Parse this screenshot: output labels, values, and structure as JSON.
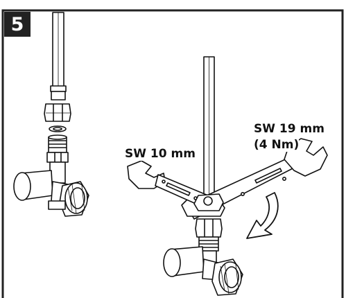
{
  "step": {
    "number": "5"
  },
  "labels": {
    "wrench_small": "SW 10 mm",
    "wrench_large": "SW 19 mm",
    "torque": "(4 Nm)"
  },
  "colors": {
    "line": "#111111",
    "frame": "#222222",
    "background": "#ffffff"
  },
  "icons": [
    "curved-arrow-icon"
  ]
}
